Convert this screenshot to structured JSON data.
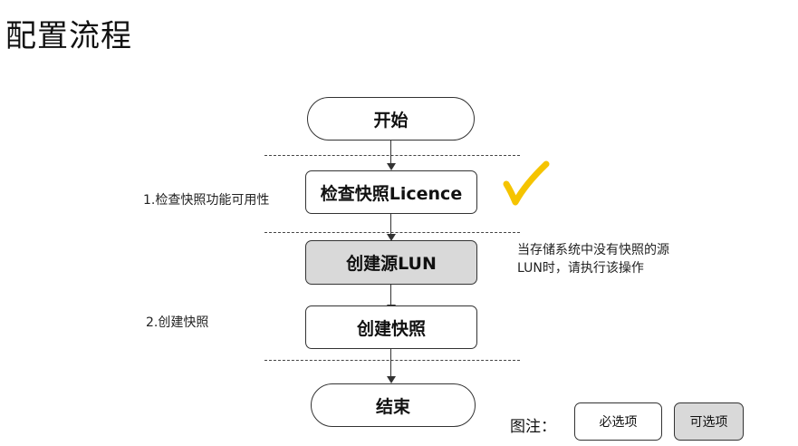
{
  "title": "配置流程",
  "nodes": {
    "start": "开始",
    "check_license": "检查快照Licence",
    "create_source_lun": "创建源LUN",
    "create_snapshot": "创建快照",
    "end": "结束"
  },
  "steps": {
    "step1": "1.检查快照功能可用性",
    "step2": "2.创建快照"
  },
  "note": {
    "line1": "当存储系统中没有快照的源",
    "line2": "LUN时，请执行该操作"
  },
  "legend": {
    "title": "图注：",
    "required": "必选项",
    "optional": "可选项"
  },
  "colors": {
    "optional_fill": "#d9d9d9",
    "check_mark": "#f5c400"
  },
  "icons": {
    "check": "check-mark-icon"
  }
}
